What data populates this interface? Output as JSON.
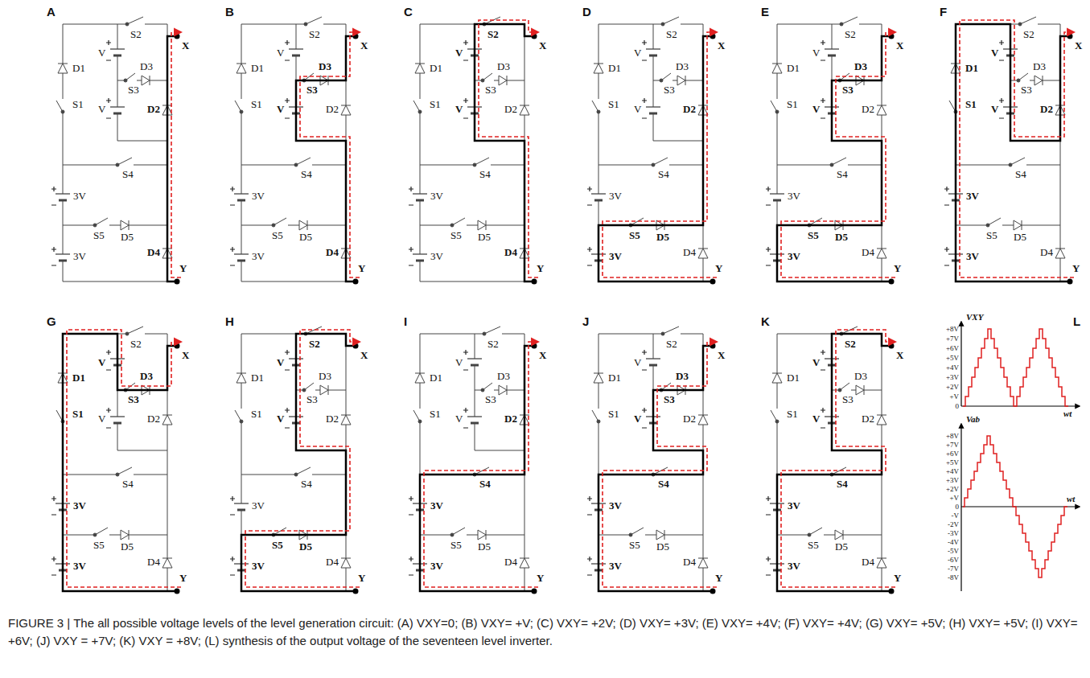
{
  "diagram": {
    "caption": "FIGURE 3 | The all possible voltage levels of the level generation circuit: (A) VXY=0; (B) VXY= +V; (C) VXY= +2V; (D) VXY= +3V; (E) VXY= +4V; (F) VXY= +4V; (G) VXY= +5V; (H) VXY= +5V; (I) VXY= +6V; (J) VXY = +7V; (K) VXY = +8V; (L) synthesis of the output voltage of the seventeen level inverter.",
    "labels": [
      "A",
      "S2",
      "X",
      "D1",
      "V",
      "S3",
      "D3",
      "S1",
      "V",
      "D2",
      "S4",
      "3V",
      "S5",
      "D5",
      "3V",
      "D4",
      "Y",
      "B",
      "S2",
      "X",
      "D1",
      "V",
      "S3",
      "D3",
      "S1",
      "V",
      "D2",
      "S4",
      "3V",
      "S5",
      "D5",
      "3V",
      "D4",
      "Y",
      "C",
      "S2",
      "X",
      "D1",
      "V",
      "S3",
      "D3",
      "S1",
      "V",
      "D2",
      "S4",
      "3V",
      "S5",
      "D5",
      "3V",
      "D4",
      "Y",
      "D",
      "S2",
      "X",
      "D1",
      "V",
      "S3",
      "D3",
      "S1",
      "V",
      "D2",
      "S4",
      "3V",
      "S5",
      "D5",
      "3V",
      "D4",
      "Y",
      "E",
      "S2",
      "X",
      "D1",
      "V",
      "S3",
      "D3",
      "S1",
      "V",
      "D2",
      "S4",
      "3V",
      "S5",
      "D5",
      "3V",
      "D4",
      "Y",
      "F",
      "S2",
      "X",
      "D1",
      "V",
      "S3",
      "D3",
      "S1",
      "V",
      "D2",
      "S4",
      "3V",
      "S5",
      "D5",
      "3V",
      "D4",
      "Y",
      "G",
      "S2",
      "X",
      "D1",
      "V",
      "S3",
      "D3",
      "S1",
      "V",
      "D2",
      "S4",
      "3V",
      "S5",
      "D5",
      "3V",
      "D4",
      "Y",
      "H",
      "S2",
      "X",
      "D1",
      "V",
      "S3",
      "D3",
      "S1",
      "V",
      "D2",
      "S4",
      "3V",
      "S5",
      "D5",
      "3V",
      "D4",
      "Y",
      "I",
      "S2",
      "X",
      "D1",
      "V",
      "S3",
      "D3",
      "S1",
      "V",
      "D2",
      "S4",
      "3V",
      "S5",
      "D5",
      "3V",
      "D4",
      "Y",
      "J",
      "S2",
      "X",
      "D1",
      "V",
      "S3",
      "D3",
      "S1",
      "V",
      "D2",
      "S4",
      "3V",
      "S5",
      "D5",
      "3V",
      "D4",
      "Y",
      "K",
      "S2",
      "X",
      "D1",
      "V",
      "S3",
      "D3",
      "S1",
      "V",
      "D2",
      "S4",
      "3V",
      "S5",
      "D5",
      "3V",
      "D4",
      "Y",
      "L",
      "VXY",
      "+8V",
      "+7V",
      "+6V",
      "+5V",
      "+4V",
      "+3V",
      "+2V",
      "+V",
      "0",
      "wt",
      "Vab",
      "+8V",
      "+7V",
      "+6V",
      "+5V",
      "+4V",
      "+3V",
      "+2V",
      "+V",
      "0",
      "-V",
      "-2V",
      "-3V",
      "-4V",
      "-5V",
      "-6V",
      "-7V",
      "-8V",
      "wt"
    ]
  }
}
